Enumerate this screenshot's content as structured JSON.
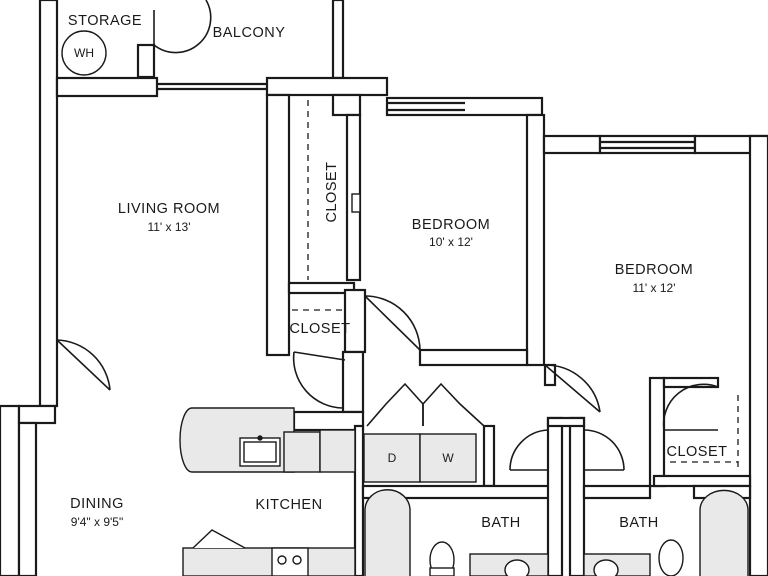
{
  "floor_plan": {
    "rooms": {
      "storage": {
        "name": "STORAGE"
      },
      "water_heater": {
        "name": "WH"
      },
      "balcony": {
        "name": "BALCONY"
      },
      "living_room": {
        "name": "LIVING ROOM",
        "dimensions": "11' x 13'"
      },
      "closet_living": {
        "name": "CLOSET"
      },
      "closet_hall": {
        "name": "CLOSET"
      },
      "bedroom_1": {
        "name": "BEDROOM",
        "dimensions": "10' x 12'"
      },
      "bedroom_2": {
        "name": "BEDROOM",
        "dimensions": "11' x 12'"
      },
      "closet_bedroom_2": {
        "name": "CLOSET"
      },
      "dryer": {
        "name": "D"
      },
      "washer": {
        "name": "W"
      },
      "dining": {
        "name": "DINING",
        "dimensions": "9'4\" x 9'5\""
      },
      "kitchen": {
        "name": "KITCHEN"
      },
      "bath_1": {
        "name": "BATH"
      },
      "bath_2": {
        "name": "BATH"
      }
    },
    "colors": {
      "wall": "#ffffff",
      "line": "#1a1a1a",
      "fixture_fill": "#e9e9e9"
    }
  }
}
